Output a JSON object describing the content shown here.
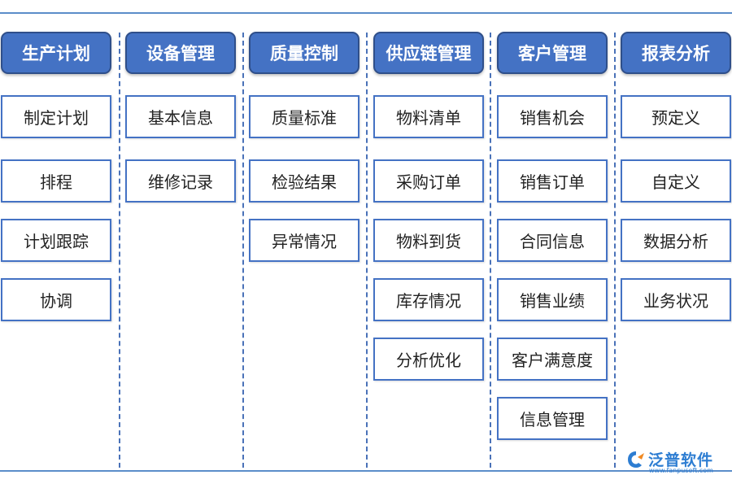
{
  "columns": [
    {
      "header": "生产计划",
      "items": [
        "制定计划",
        "排程",
        "计划跟踪",
        "协调"
      ]
    },
    {
      "header": "设备管理",
      "items": [
        "基本信息",
        "维修记录"
      ]
    },
    {
      "header": "质量控制",
      "items": [
        "质量标准",
        "检验结果",
        "异常情况"
      ]
    },
    {
      "header": "供应链管理",
      "items": [
        "物料清单",
        "采购订单",
        "物料到货",
        "库存情况",
        "分析优化"
      ]
    },
    {
      "header": "客户管理",
      "items": [
        "销售机会",
        "销售订单",
        "合同信息",
        "销售业绩",
        "客户满意度",
        "信息管理"
      ]
    },
    {
      "header": "报表分析",
      "items": [
        "预定义",
        "自定义",
        "数据分析",
        "业务状况"
      ]
    }
  ],
  "logo": {
    "name": "泛普软件",
    "url": "www.fanpusoft.com"
  },
  "colors": {
    "header_fill": "#4472c4",
    "border": "#4472c4",
    "separator": "#4a72b8"
  }
}
